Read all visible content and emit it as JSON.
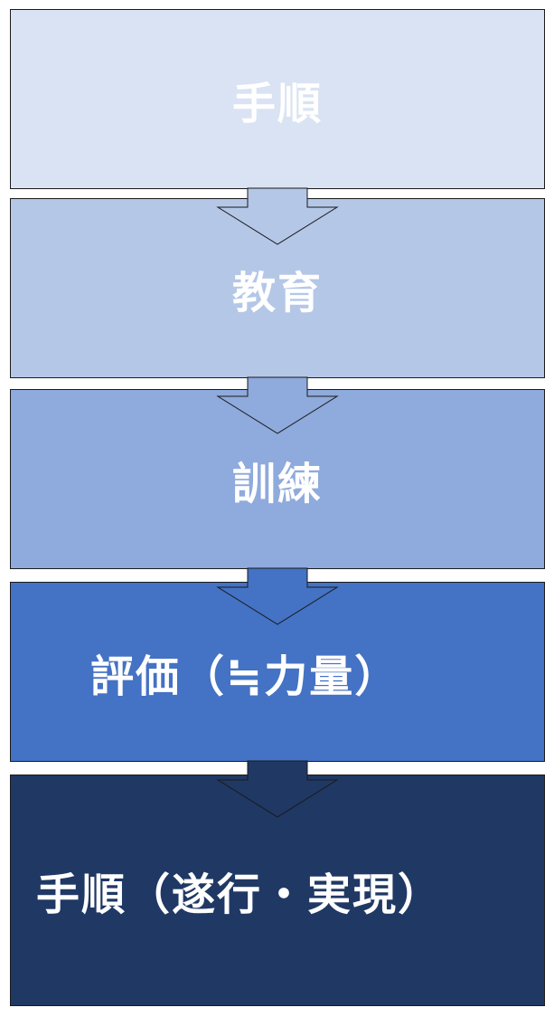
{
  "steps": [
    {
      "label": "手順",
      "color": "#dae3f3"
    },
    {
      "label": "教育",
      "color": "#b4c7e7"
    },
    {
      "label": "訓練",
      "color": "#8faadc"
    },
    {
      "label": "評価（≒力量）",
      "color": "#4472c4"
    },
    {
      "label": "手順（遂行・実現）",
      "color": "#203864"
    }
  ]
}
